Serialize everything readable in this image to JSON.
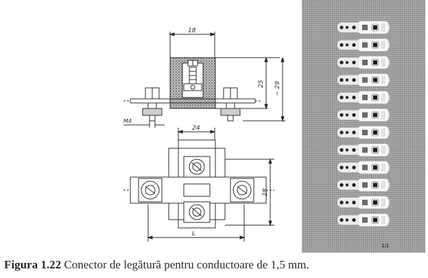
{
  "drawing": {
    "dimensions": {
      "top_width": "18",
      "height_inner": "25",
      "height_outer": "~ 29",
      "screw": "M4",
      "plan_width": "24",
      "plan_height": "28",
      "plan_bottom": "L"
    }
  },
  "photo": {
    "connector_rows": 12,
    "mark": "1/1"
  },
  "caption": {
    "label": "Figura 1.22",
    "text": " Conector de legătură pentru conductoare de 1,5 mm."
  },
  "colors": {
    "ink": "#2b2b2b",
    "photo_background": "#9a9a9a",
    "connector": "#f4f4f4"
  }
}
